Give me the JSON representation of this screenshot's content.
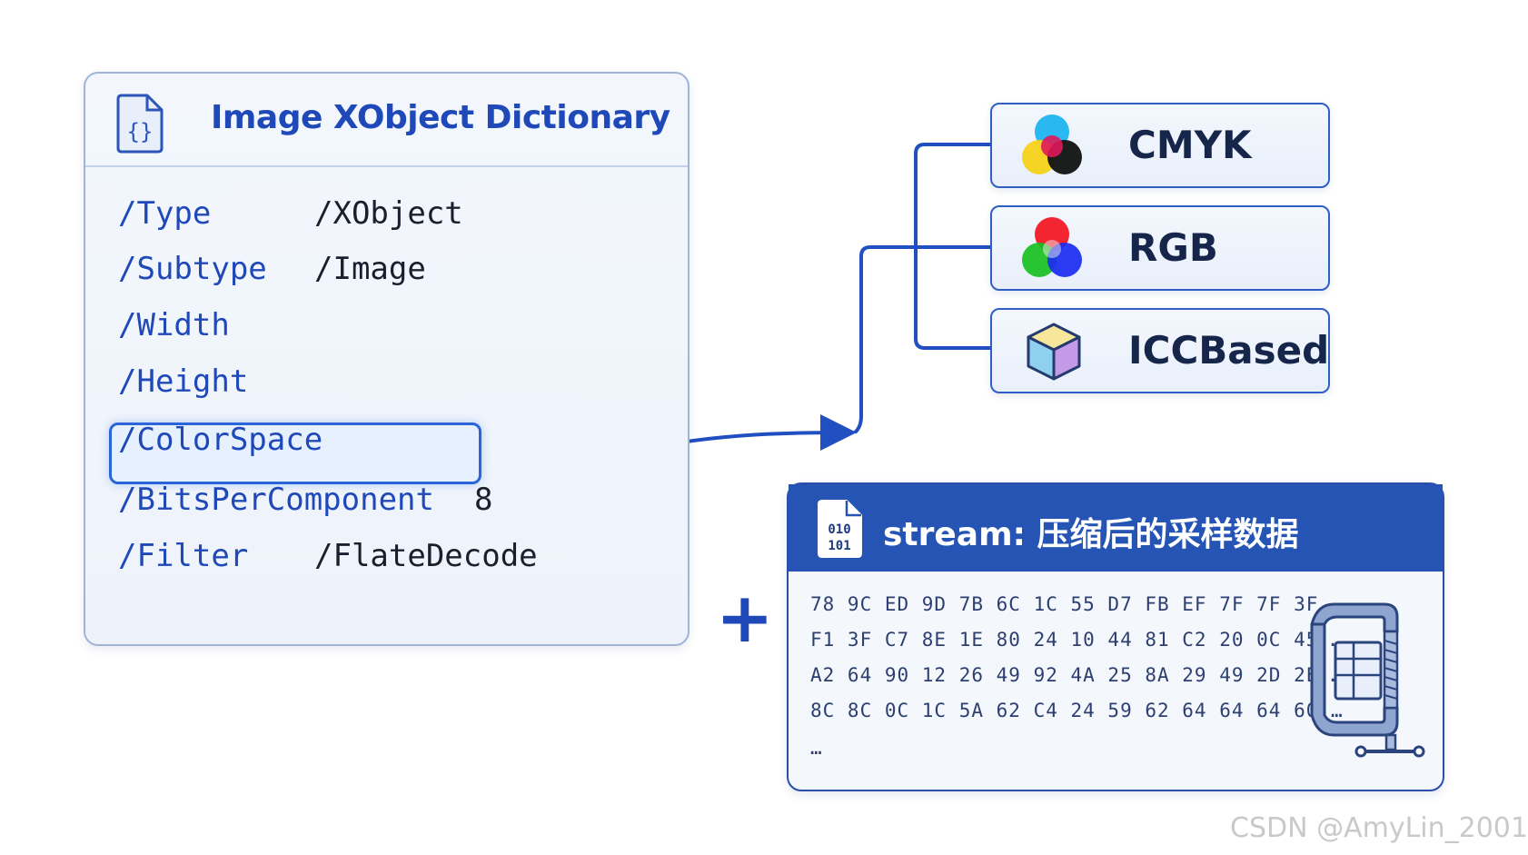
{
  "dictionary": {
    "title": "Image XObject Dictionary",
    "icon": "json-file-icon",
    "entries": [
      {
        "key": "/Type",
        "value": "/XObject"
      },
      {
        "key": "/Subtype",
        "value": "/Image"
      },
      {
        "key": "/Width",
        "value": ""
      },
      {
        "key": "/Height",
        "value": ""
      },
      {
        "key": "/ColorSpace",
        "value": ""
      },
      {
        "key": "/BitsPerComponent",
        "value": "8"
      },
      {
        "key": "/Filter",
        "value": "/FlateDecode"
      }
    ]
  },
  "color_spaces": [
    {
      "label": "CMYK",
      "icon": "cmyk-circles-icon"
    },
    {
      "label": "RGB",
      "icon": "rgb-circles-icon"
    },
    {
      "label": "ICCBased",
      "icon": "color-cube-icon"
    }
  ],
  "plus": "+",
  "stream": {
    "title": "stream: 压缩后的采样数据",
    "icon": "binary-file-icon",
    "icon_text_top": "010",
    "icon_text_bottom": "101",
    "hex_lines": [
      "78 9C ED 9D 7B 6C 1C 55 D7 FB EF 7F 7F 3F …",
      "F1 3F C7 8E 1E 80 24 10 44 81 C2 20 0C 45 …",
      "A2 64 90 12 26 49 92 4A 25 8A 29 49 2D 2E …",
      "8C 8C 0C 1C 5A 62 C4 24 59 62 64 64 64 60 …",
      "…"
    ],
    "side_icon": "clamp-compress-icon"
  },
  "watermark": "CSDN @AmyLin_2001",
  "colors": {
    "accent": "#1f48b8",
    "stream_header": "#2554b4",
    "connector": "#1f4fc0"
  }
}
